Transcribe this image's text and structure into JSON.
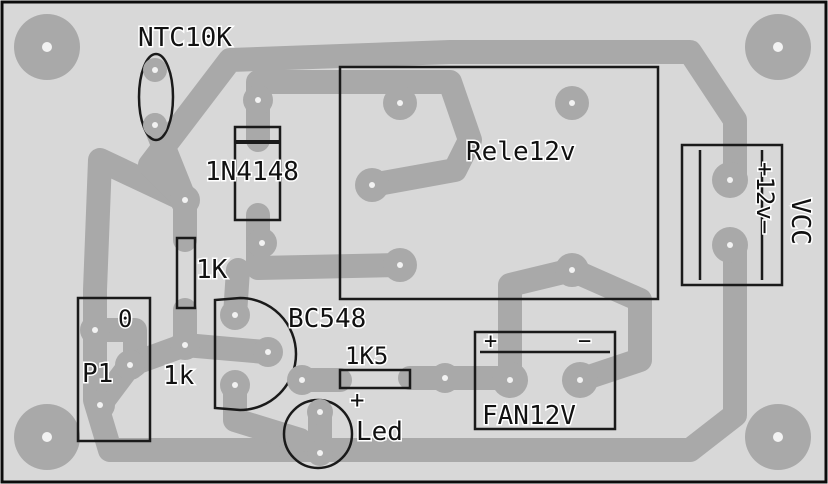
{
  "colors": {
    "board": "#d8d8d8",
    "border": "#0c0c0c",
    "trace": "#a9a9a9",
    "pad": "#a9a9a9",
    "hole": "#f2f2f2",
    "silkscreen": "#1a1a1a"
  },
  "labels": {
    "ntc": "NTC10K",
    "diode": "1N4148",
    "relay": "Rele12v",
    "resistor_base": "1K",
    "transistor": "BC548",
    "resistor_led": "1K5",
    "pot": "P1",
    "pot_value": "1k",
    "pot_mark": "0",
    "led": "Led",
    "led_plus": "+",
    "fan": "FAN12V",
    "fan_plus": "+",
    "fan_minus": "−",
    "vcc": "VCC",
    "vcc_value": "+12v−"
  }
}
